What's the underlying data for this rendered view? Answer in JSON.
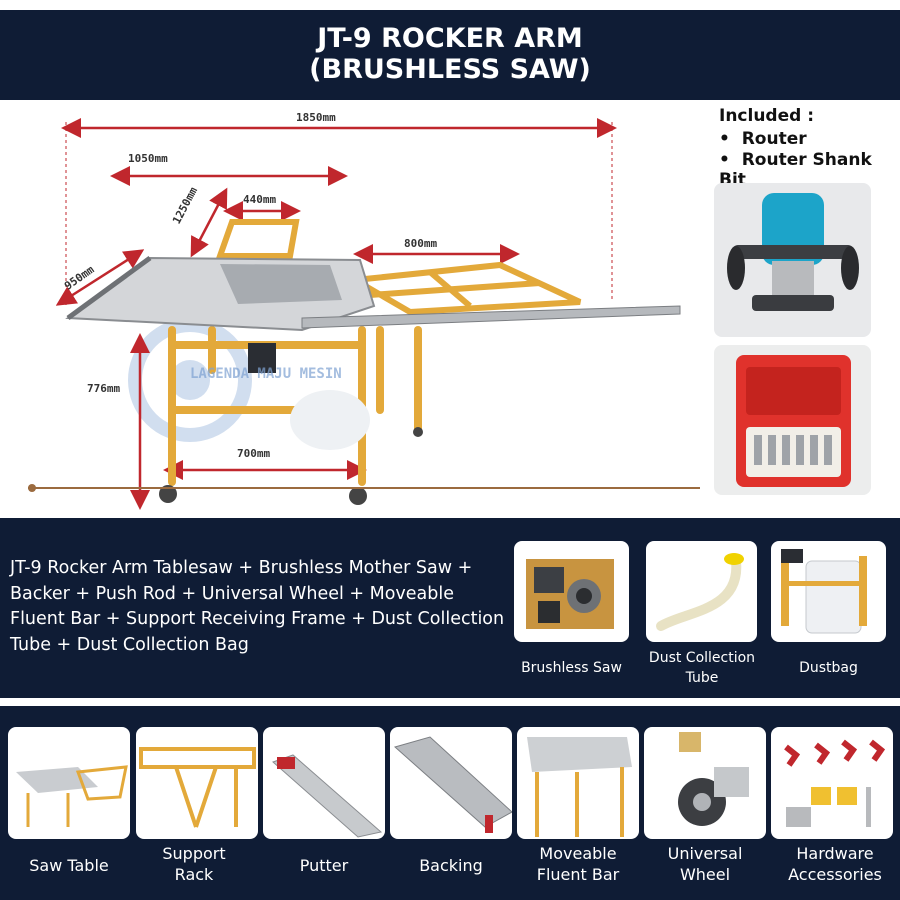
{
  "header": {
    "title_line1": "JT-9 ROCKER ARM",
    "title_line2": "(BRUSHLESS SAW)"
  },
  "dimensions": {
    "overall_length": "1850mm",
    "table_length": "1050mm",
    "diagonal": "1250mm",
    "top_width": "440mm",
    "depth": "950mm",
    "extension": "800mm",
    "height": "776mm",
    "base_width": "700mm"
  },
  "watermark": "LAGENDA MAJU MESIN",
  "included": {
    "title": "Included :",
    "items": [
      "Router",
      "Router Shank Bit"
    ]
  },
  "package_description": "JT-9 Rocker Arm Tablesaw + Brushless Mother Saw + Backer + Push Rod + Universal Wheel + Moveable Fluent Bar + Support Receiving Frame + Dust Collection Tube + Dust Collection Bag",
  "mid_items": [
    {
      "label": "Brushless Saw",
      "icon": "brushless-saw-image"
    },
    {
      "label": "Dust Collection Tube",
      "icon": "dust-tube-image"
    },
    {
      "label": "Dustbag",
      "icon": "dustbag-image"
    }
  ],
  "bottom_items": [
    {
      "label": "Saw Table",
      "icon": "saw-table-image"
    },
    {
      "label": "Support Rack",
      "icon": "support-rack-image"
    },
    {
      "label": "Putter",
      "icon": "putter-image"
    },
    {
      "label": "Backing",
      "icon": "backing-image"
    },
    {
      "label": "Moveable Fluent Bar",
      "icon": "fluent-bar-image"
    },
    {
      "label": "Universal Wheel",
      "icon": "universal-wheel-image"
    },
    {
      "label": "Hardware Accessories",
      "icon": "hardware-image"
    }
  ],
  "colors": {
    "navy": "#0f1c35",
    "frame_yellow": "#e3a93a",
    "router_blue": "#1ca4c9",
    "case_red": "#e0322c"
  }
}
